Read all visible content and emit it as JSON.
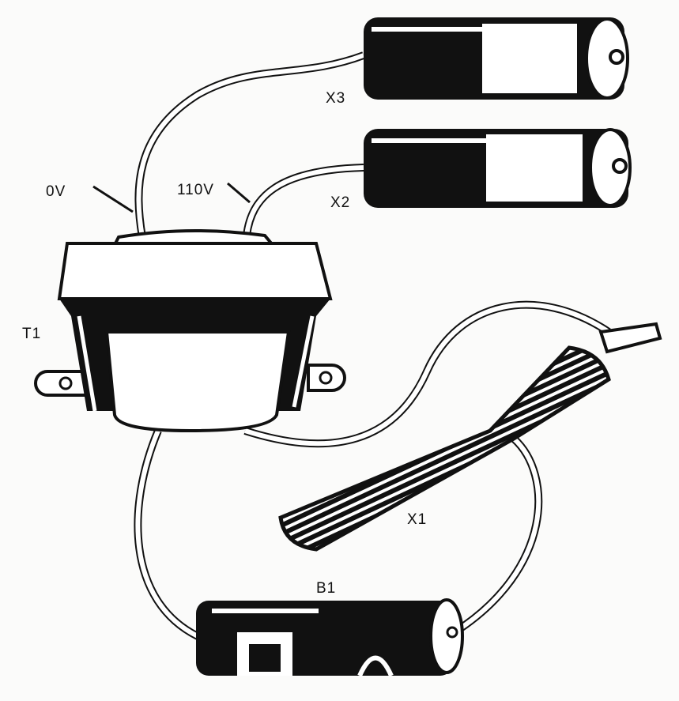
{
  "labels": {
    "x3": "X3",
    "x2": "X2",
    "zero_volt": "0V",
    "one_ten_volt": "110V",
    "t1": "T1",
    "x1": "X1",
    "b1": "B1"
  },
  "colors": {
    "ink": "#111111",
    "paper": "#fbfbfa"
  }
}
